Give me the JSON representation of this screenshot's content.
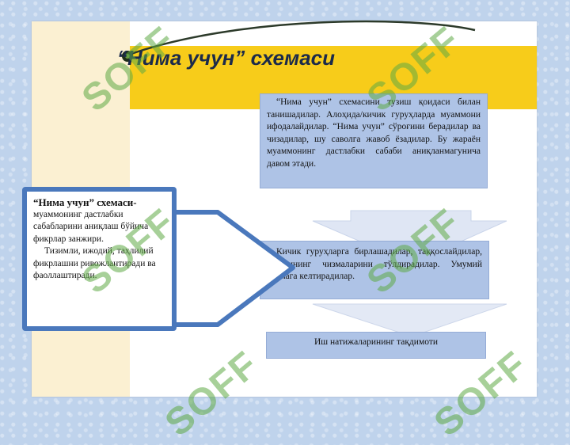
{
  "slide": {
    "title": "“Нима учун” схемаси",
    "box_top": "“Нима учун” схемасини тузиш қоидаси билан танишадилар. Алоҳида/кичик гуруҳларда муаммони ифодалайдилар. “Нима учун” сўроғини берадилар ва чизадилар, шу саволга жавоб ёзадилар. Бу жараён муаммонинг дастлабки сабаби аниқланмагунича давом этади.",
    "box_middle": "Кичик гуруҳларга бирлашадилар, таққослайдилар, ўзларининг чизмаларини тўлдирадилар. Умумий чизмага келтирадилар.",
    "box_bottom": "Иш натижаларининг тақдимоти",
    "left_heading": "“Нима учун” схемаси-",
    "left_text1": "муаммонинг дастлабки сабабларини аниқлаш бўйича фикрлар занжири.",
    "left_text2": "Тизимли, ижодий, таҳлилий фикрлашни ривожлантиради ва фаоллаштиради."
  },
  "watermark": "SOFF",
  "colors": {
    "title_bar": "#f7cc1a",
    "box_fill": "#aec3e6",
    "left_border": "#4a78bc",
    "strip": "#fbf0d2"
  }
}
